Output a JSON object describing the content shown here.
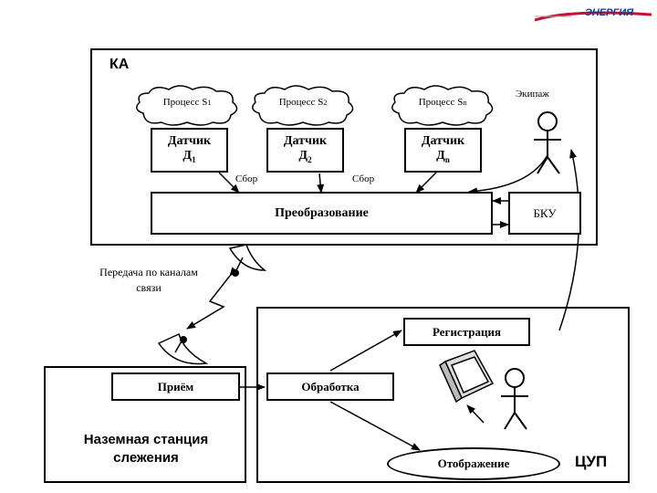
{
  "brand": {
    "logo_text": "ЭНЕРГИЯ",
    "accent": "#c8102e"
  },
  "spacecraft": {
    "title": "КА",
    "processes": [
      {
        "label": "Процесс S",
        "sub": "1"
      },
      {
        "label": "Процесс S",
        "sub": "2"
      },
      {
        "label": "Процесс S",
        "sub": "n"
      }
    ],
    "sensors": [
      {
        "label": "Датчик",
        "letter": "Д",
        "sub": "1"
      },
      {
        "label": "Датчик",
        "letter": "Д",
        "sub": "2"
      },
      {
        "label": "Датчик",
        "letter": "Д",
        "sub": "n"
      }
    ],
    "collect_labels": [
      "Сбор",
      "Сбор"
    ],
    "conversion": "Преобразование",
    "bku": "БКУ",
    "crew": "Экипаж"
  },
  "link": {
    "label_line1": "Передача по каналам",
    "label_line2": "связи"
  },
  "ground": {
    "receive": "Приём",
    "title_line1": "Наземная станция",
    "title_line2": "слежения"
  },
  "mcc": {
    "title": "ЦУП",
    "processing": "Обработка",
    "registration": "Регистрация",
    "display": "Отображение"
  }
}
